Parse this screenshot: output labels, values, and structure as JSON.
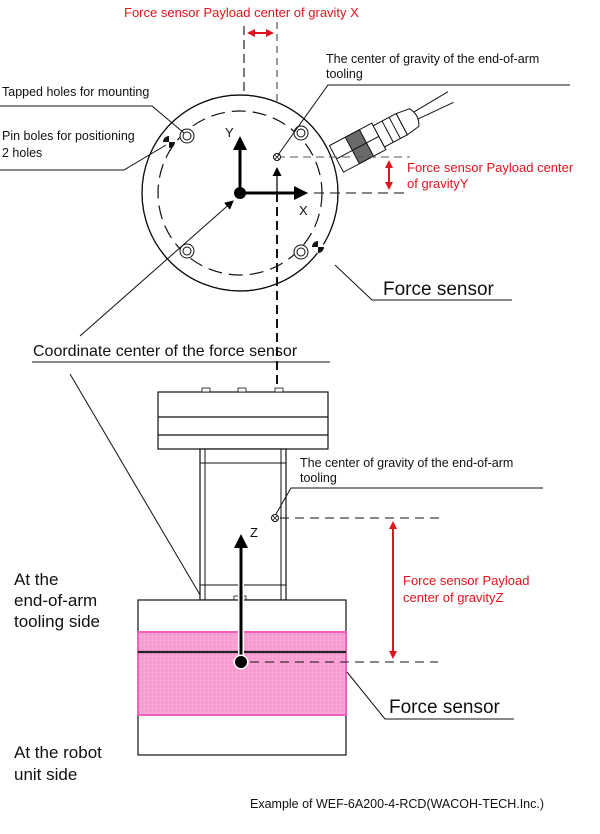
{
  "labels": {
    "payload_cg_x": "Force sensor Payload center of gravity X",
    "cg_tooling_top_line1": "The center of gravity of the end-of-arm",
    "cg_tooling_top_line2": "tooling",
    "tapped_holes": "Tapped holes for mounting",
    "pin_holes_line1": "Pin boles for positioning",
    "pin_holes_line2": "2 holes",
    "payload_cg_y_line1": "Force sensor Payload center",
    "payload_cg_y_line2": " of gravityY",
    "axis_x": "X",
    "axis_y": "Y",
    "axis_z": "Z",
    "force_sensor_top": "Force sensor",
    "coordinate_center": "Coordinate center of the force sensor",
    "cg_tooling_side_line1": "The center of gravity of the end-of-arm",
    "cg_tooling_side_line2": "tooling",
    "payload_cg_z_line1": "Force sensor Payload",
    "payload_cg_z_line2": "center of gravityZ",
    "tooling_side_line1": "At the",
    "tooling_side_line2": "end-of-arm",
    "tooling_side_line3": "tooling side",
    "robot_side_line1": "At the robot",
    "robot_side_line2": "unit side",
    "force_sensor_side": "Force sensor",
    "caption": "Example of WEF-6A200-4-RCD(WACOH-TECH.Inc.)"
  },
  "colors": {
    "annotation_red": "#e0141e",
    "sensor_pink": "#f79bd0",
    "sensor_border": "#f060b8"
  }
}
